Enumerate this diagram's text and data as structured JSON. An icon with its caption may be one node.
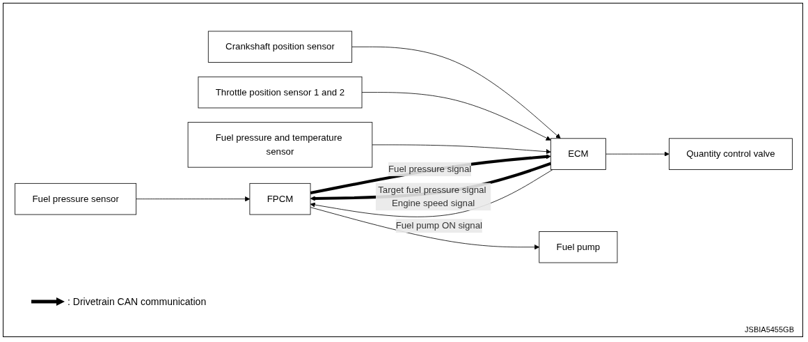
{
  "diagram": {
    "nodes": [
      {
        "text": [
          "Fuel pressure sensor"
        ]
      },
      {
        "text": [
          "Crankshaft position sensor"
        ]
      },
      {
        "text": [
          "Throttle position sensor 1 and 2"
        ]
      },
      {
        "text": [
          "Fuel pressure and temperature sensor"
        ]
      },
      {
        "text": [
          "ECM"
        ]
      },
      {
        "text": [
          "FPCM"
        ]
      },
      {
        "text": [
          "Fuel pump"
        ]
      },
      {
        "text": [
          "Quantity control valve"
        ]
      }
    ],
    "edges": [
      {
        "from": 0,
        "to": 5,
        "arrow": "to"
      },
      {
        "from": 1,
        "to": 4,
        "arrow": "to"
      },
      {
        "from": 2,
        "to": 4,
        "arrow": "to"
      },
      {
        "from": 3,
        "to": 4,
        "arrow": "to"
      },
      {
        "from": 5,
        "to": 4,
        "arrow": "to",
        "label": "Fuel pressure signal",
        "style": "thick"
      },
      {
        "from": 4,
        "to": 5,
        "arrow": "to",
        "label": "Target fuel pressure signal Engine speed signal",
        "style": "thick"
      },
      {
        "from": 4,
        "to": 5,
        "arrow": "to",
        "label": "Fuel pump ON signal"
      },
      {
        "from": 5,
        "to": 6,
        "arrow": "to"
      },
      {
        "from": 4,
        "to": 7,
        "arrow": "to"
      }
    ],
    "labels": [
      "JSBIA5455GB"
    ],
    "legend": [
      {
        "text": ": Drivetrain CAN communication"
      }
    ]
  }
}
